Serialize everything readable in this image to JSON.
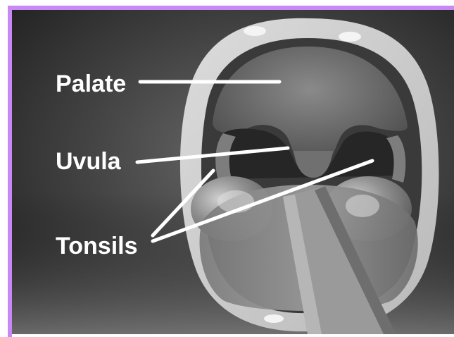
{
  "diagram": {
    "labels": {
      "palate": "Palate",
      "uvula": "Uvula",
      "tonsils": "Tonsils"
    }
  },
  "colors": {
    "frame_accent": "#c889f4",
    "label_text": "#ffffff",
    "leader_line": "#ffffff"
  }
}
